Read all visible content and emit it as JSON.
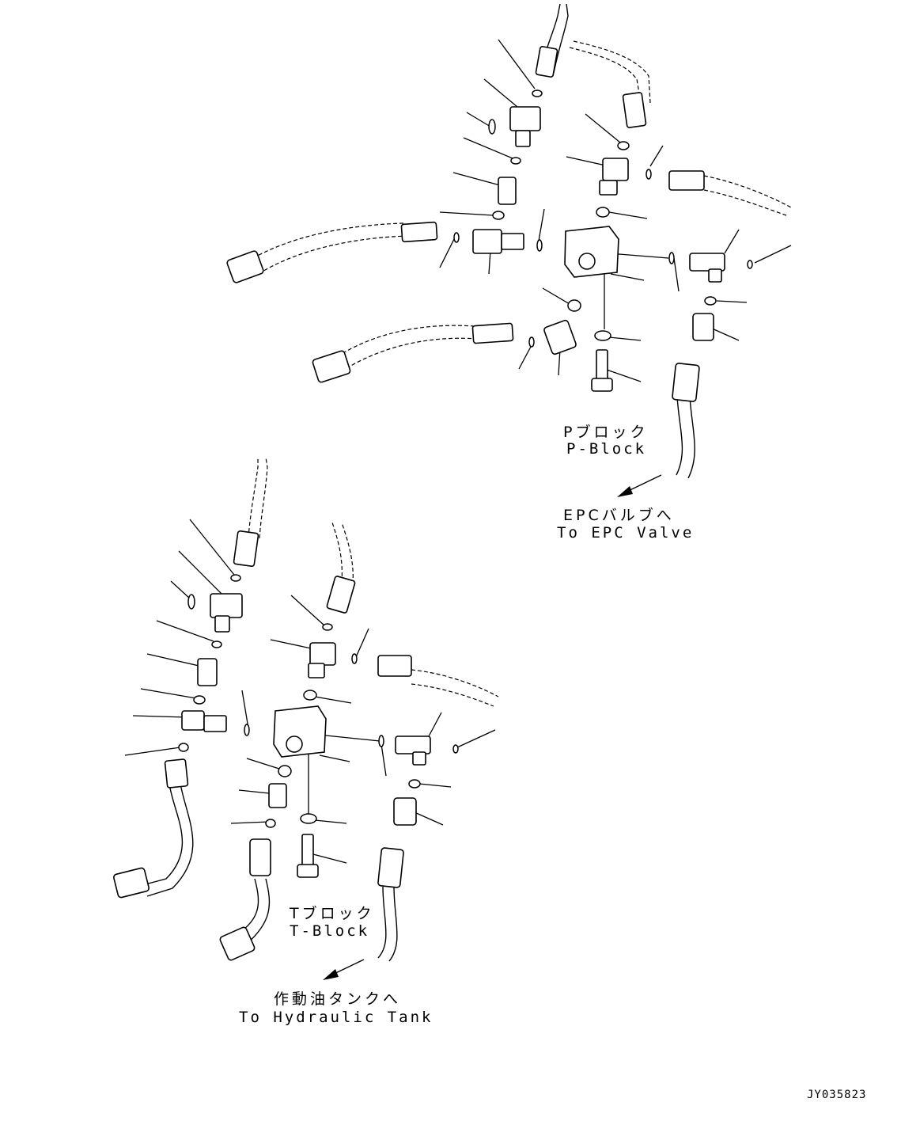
{
  "p_block": {
    "label_jp": "Pブロック",
    "label_en": "P-Block",
    "dest_jp": "EPCバルブへ",
    "dest_en": "To EPC Valve"
  },
  "t_block": {
    "label_jp": "Tブロック",
    "label_en": "T-Block",
    "dest_jp": "作動油タンクへ",
    "dest_en": "To Hydraulic Tank"
  },
  "drawing_code": "JY035823"
}
